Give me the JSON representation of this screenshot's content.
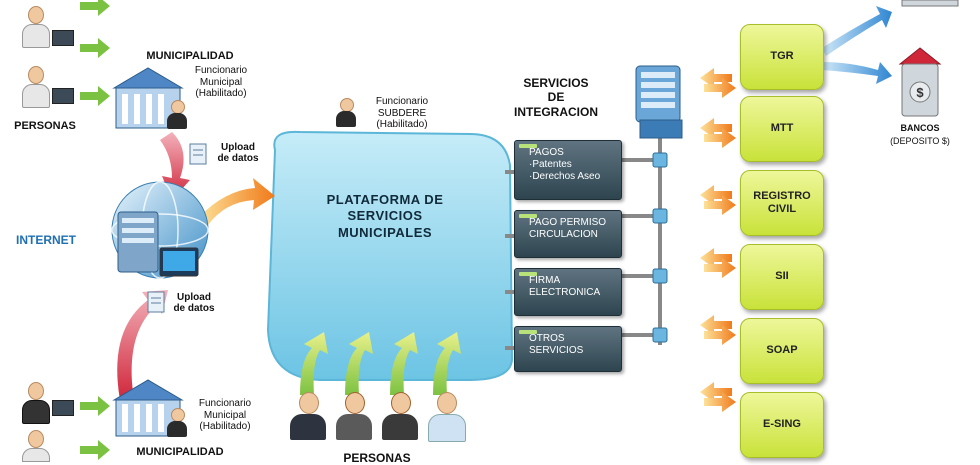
{
  "municipalidad_top": {
    "title": "MUNICIPALIDAD",
    "funcionario": "Funcionario\nMunicipal\n(Habilitado)"
  },
  "municipalidad_bottom": {
    "title": "MUNICIPALIDAD",
    "funcionario": "Funcionario\nMunicipal\n(Habilitado)"
  },
  "personas_left": "PERSONAS",
  "personas_bottom": "PERSONAS",
  "internet_label": "INTERNET",
  "upload_top": "Upload\nde datos",
  "upload_bottom": "Upload\nde datos",
  "funcionario_subdere": "Funcionario\nSUBDERE\n(Habilitado)",
  "platform_title": "PLATAFORMA DE\nSERVICIOS\nMUNICIPALES",
  "servicios_integracion": "SERVICIOS\nDE\nINTEGRACION",
  "service_boxes": [
    {
      "lines": "PAGOS\n·Patentes\n·Derechos Aseo"
    },
    {
      "lines": "PAGO PERMISO\nCIRCULACION"
    },
    {
      "lines": "FIRMA\nELECTRONICA"
    },
    {
      "lines": "OTROS\nSERVICIOS"
    }
  ],
  "external_services": [
    "TGR",
    "MTT",
    "REGISTRO\nCIVIL",
    "SII",
    "SOAP",
    "E-SING"
  ],
  "bancos": {
    "title": "BANCOS",
    "sub": "(DEPOSITO $)"
  },
  "colors": {
    "platform": "#8fd3ea",
    "service_box": "#3d5661",
    "green_box": "#d6ea52",
    "orange_arrow": "#f08a24",
    "red_arrow": "#d0263a",
    "green_arrow": "#7cc242",
    "blue_arrow": "#3a8fd6",
    "internet_text": "#1f6fb3"
  },
  "icons": [
    "person-icon",
    "laptop-icon",
    "building-icon",
    "globe-server-icon",
    "document-icon",
    "server-tower-icon",
    "bank-safe-icon"
  ]
}
